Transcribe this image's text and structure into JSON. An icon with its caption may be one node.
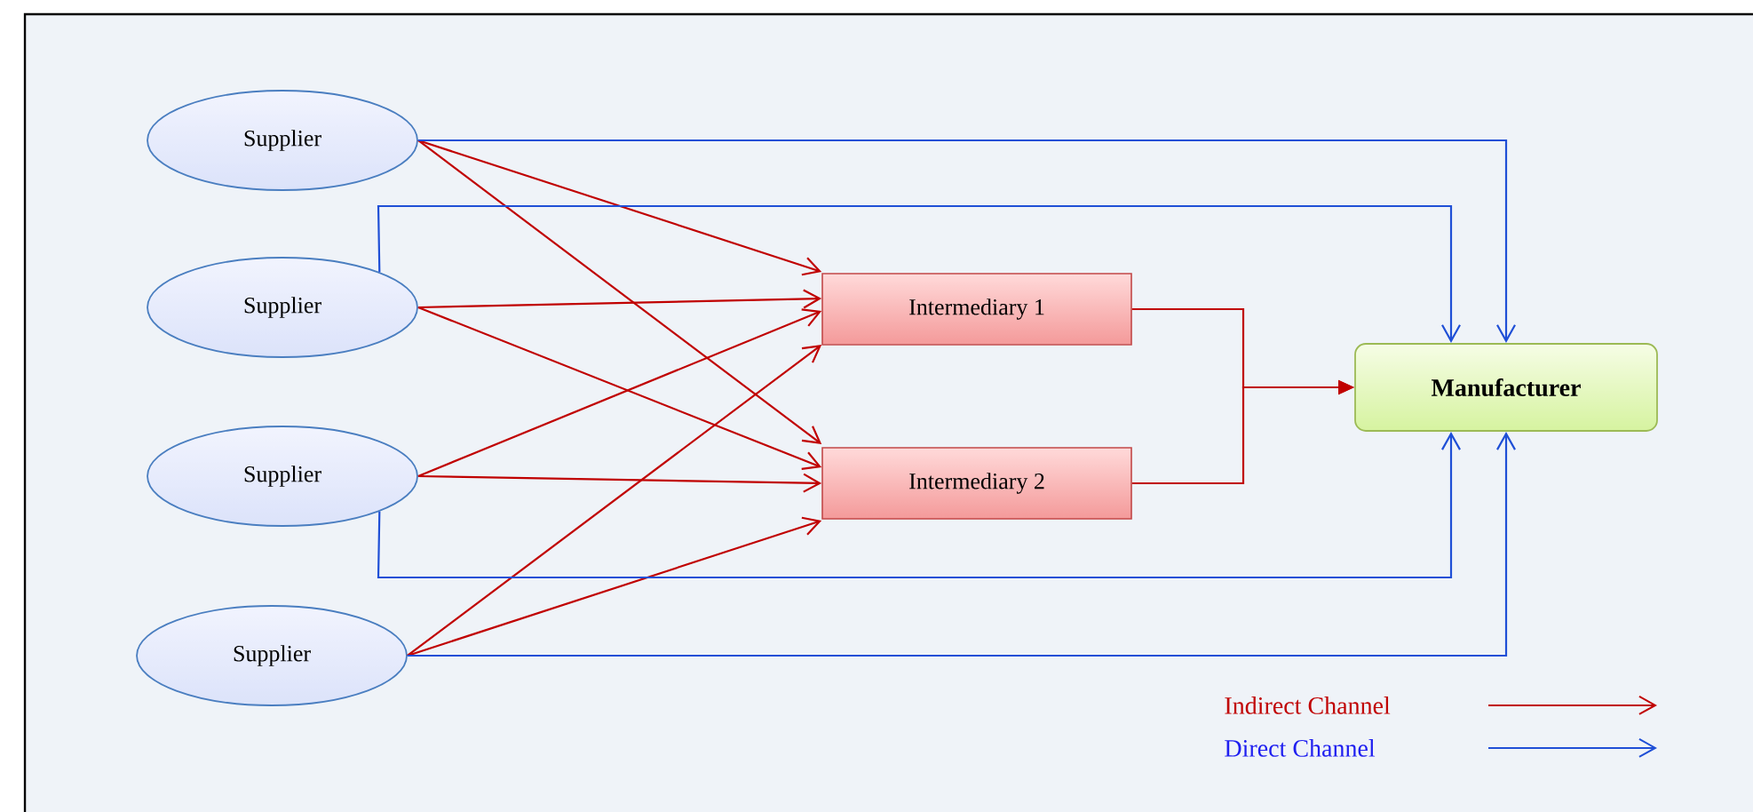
{
  "diagram": {
    "nodes": [
      {
        "text": [
          "Supplier"
        ]
      },
      {
        "text": [
          "Supplier"
        ]
      },
      {
        "text": [
          "Supplier"
        ]
      },
      {
        "text": [
          "Supplier"
        ]
      },
      {
        "text": [
          "Intermediary 1"
        ]
      },
      {
        "text": [
          "Intermediary 2"
        ]
      },
      {
        "text": [
          "Manufacturer"
        ]
      }
    ],
    "edges": [
      {
        "from": 0,
        "to": 4,
        "arrow": "to"
      },
      {
        "from": 0,
        "to": 5,
        "arrow": "to"
      },
      {
        "from": 1,
        "to": 4,
        "arrow": "to"
      },
      {
        "from": 1,
        "to": 5,
        "arrow": "to"
      },
      {
        "from": 2,
        "to": 4,
        "arrow": "to"
      },
      {
        "from": 2,
        "to": 5,
        "arrow": "to"
      },
      {
        "from": 3,
        "to": 4,
        "arrow": "to"
      },
      {
        "from": 3,
        "to": 5,
        "arrow": "to"
      },
      {
        "from": 4,
        "to": 6,
        "arrow": "to"
      },
      {
        "from": 5,
        "to": 6,
        "arrow": "to"
      },
      {
        "from": 0,
        "to": 6,
        "arrow": "to",
        "color": "#1f4fd6"
      },
      {
        "from": 1,
        "to": 6,
        "arrow": "to",
        "color": "#1f4fd6"
      },
      {
        "from": 2,
        "to": 6,
        "arrow": "to",
        "color": "#1f4fd6"
      },
      {
        "from": 3,
        "to": 6,
        "arrow": "to",
        "color": "#1f4fd6"
      }
    ],
    "legend": [
      {
        "text": "Indirect Channel"
      },
      {
        "text": "Direct Channel"
      }
    ]
  }
}
